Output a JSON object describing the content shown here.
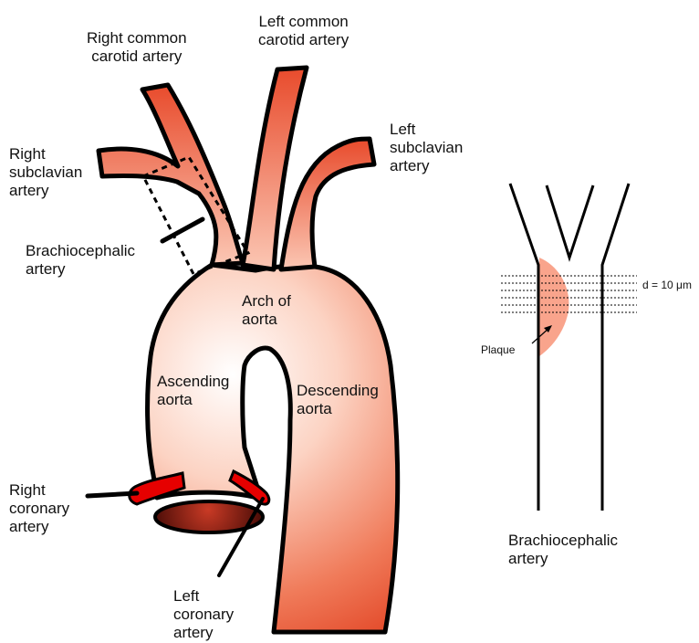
{
  "aorta_labels": {
    "right_common_carotid": "Right common\ncarotid artery",
    "left_common_carotid": "Left common\ncarotid artery",
    "left_subclavian": "Left\nsubclavian\nartery",
    "right_subclavian": "Right\nsubclavian\nartery",
    "brachiocephalic": "Brachiocephalic\nartery",
    "arch": "Arch of\naorta",
    "ascending": "Ascending\naorta",
    "descending": "Descending\naorta",
    "right_coronary": "Right\ncoronary\nartery",
    "left_coronary": "Left\ncoronary\nartery"
  },
  "detail": {
    "distance_label": "d = 10 μm",
    "plaque_label": "Plaque",
    "artery_label": "Brachiocephalic\nartery"
  },
  "colors": {
    "vessel_dark": "#e8482a",
    "vessel_light": "#ffffff",
    "coronary": "#e60000",
    "plaque": "#f9a48c",
    "outline": "#000000"
  }
}
